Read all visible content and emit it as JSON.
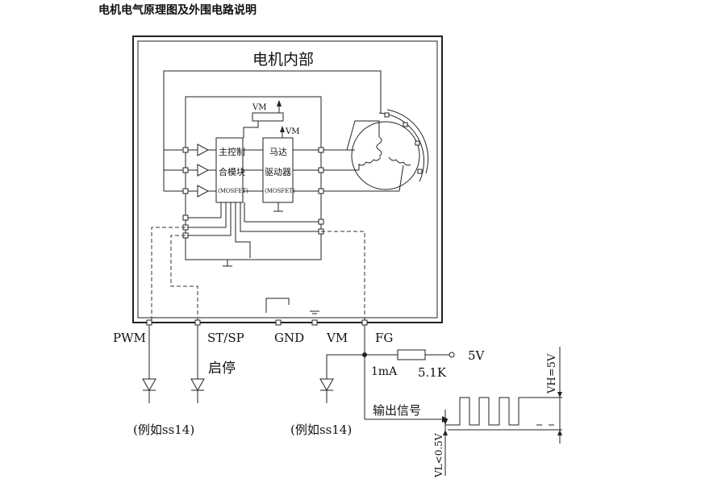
{
  "title": "电机电气原理图及外围电路说明",
  "motor_internal_label": "电机内部",
  "main_control": {
    "line1": "主控制",
    "line2": "合模块",
    "line3": "(MOSFET)"
  },
  "motor_driver": {
    "line1": "马达",
    "line2": "驱动器",
    "line3": "(MOSFET)"
  },
  "vm_label_top": "VM",
  "vm_label_driver": "VM",
  "pins": {
    "pwm": "PWM",
    "stsp": "ST/SP",
    "gnd": "GND",
    "vm": "VM",
    "fg": "FG"
  },
  "start_stop": "启停",
  "diode_example_left": "(例如ss14)",
  "diode_example_right": "(例如ss14)",
  "current": "1mA",
  "resistor": "5.1K",
  "supply": "5V",
  "output_signal": "输出信号",
  "vh": "VH=5V",
  "vl": "VL<0.5V"
}
